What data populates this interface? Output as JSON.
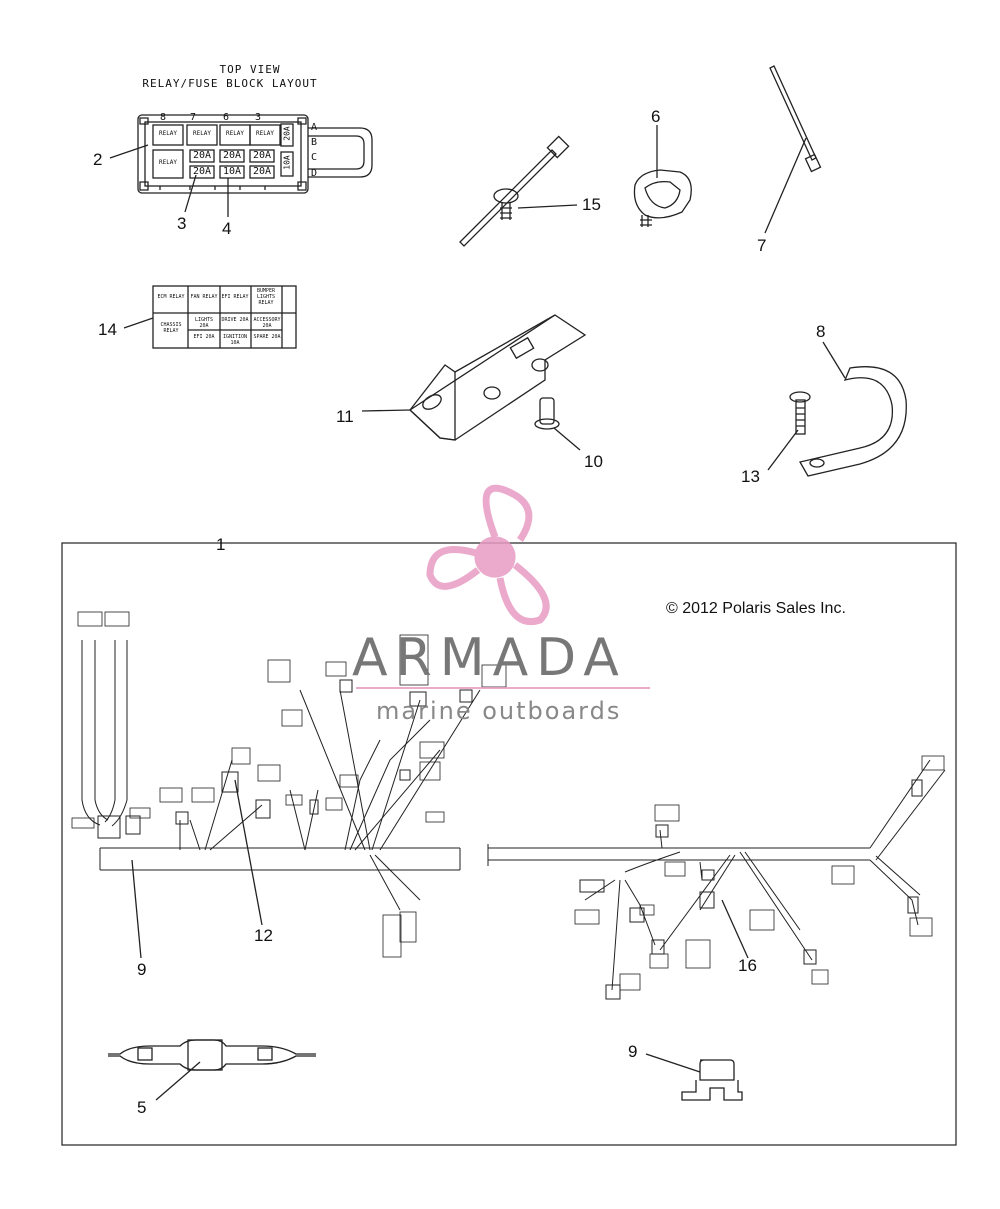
{
  "fuse_block": {
    "header_line1": "TOP VIEW",
    "header_line2": "RELAY/FUSE BLOCK LAYOUT",
    "top_numbers": [
      "8",
      "7",
      "6",
      "3"
    ],
    "side_letters": [
      "A",
      "B",
      "C",
      "D"
    ],
    "relay_label": "RELAY",
    "fuses_row1": [
      "20A",
      "20A",
      "20A"
    ],
    "fuses_row2": [
      "20A",
      "10A",
      "20A"
    ],
    "side_fuse_top": "20A",
    "side_fuse_bottom": "10A"
  },
  "label_sheet": {
    "row1": [
      "ECM RELAY",
      "FAN RELAY",
      "EFI RELAY",
      "BUMPER LIGHTS RELAY"
    ],
    "row2a": [
      "LIGHTS 20A",
      "DRIVE 20A",
      "ACCESSORY 20A"
    ],
    "row2b": [
      "EFI 20A",
      "IGNITION 10A",
      "SPARE 20A"
    ],
    "chassis": "CHASSIS RELAY"
  },
  "callouts": {
    "c1": "1",
    "c2": "2",
    "c3": "3",
    "c4": "4",
    "c5": "5",
    "c6": "6",
    "c7": "7",
    "c8": "8",
    "c9a": "9",
    "c9b": "9",
    "c10": "10",
    "c11": "11",
    "c12": "12",
    "c13": "13",
    "c14": "14",
    "c15": "15",
    "c16": "16"
  },
  "copyright": "© 2012 Polaris Sales Inc.",
  "watermark": {
    "title": "ARMADA",
    "subtitle": "marine outboards",
    "color": "#e89bc4"
  }
}
